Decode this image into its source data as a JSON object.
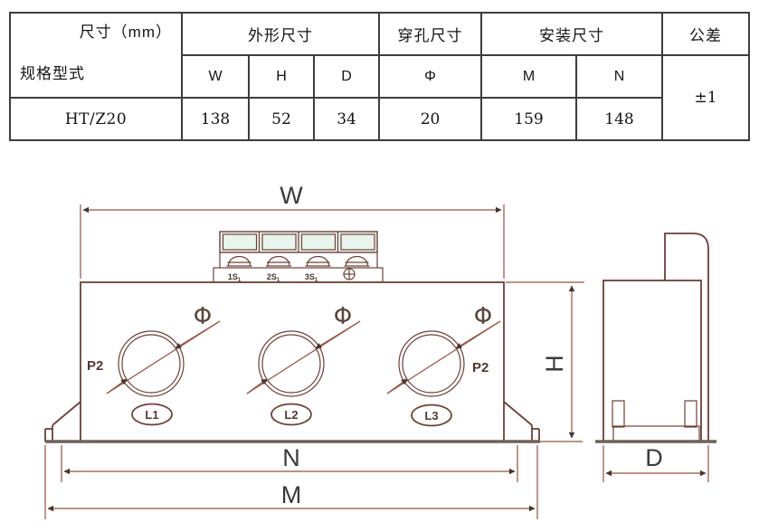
{
  "table": {
    "size_header": "尺寸（mm）",
    "spec_header": "规格型式",
    "group_shape": "外形尺寸",
    "group_hole": "穿孔尺寸",
    "group_mount": "安装尺寸",
    "group_tol": "公差",
    "cols": [
      "W",
      "H",
      "D",
      "Φ",
      "M",
      "N"
    ],
    "row": {
      "model": "HT/Z20",
      "values": [
        "138",
        "52",
        "34",
        "20",
        "159",
        "148"
      ],
      "tolerance": "±1"
    }
  },
  "drawing": {
    "dims": {
      "w": "W",
      "h": "H",
      "n": "N",
      "m": "M",
      "d": "D",
      "phi": "Φ"
    },
    "labels": {
      "p2": "P2"
    },
    "rings": [
      "L1",
      "L2",
      "L3"
    ],
    "terminals": [
      {
        "main": "1S",
        "sub": "1"
      },
      {
        "main": "2S",
        "sub": "1"
      },
      {
        "main": "3S",
        "sub": "1"
      }
    ]
  }
}
